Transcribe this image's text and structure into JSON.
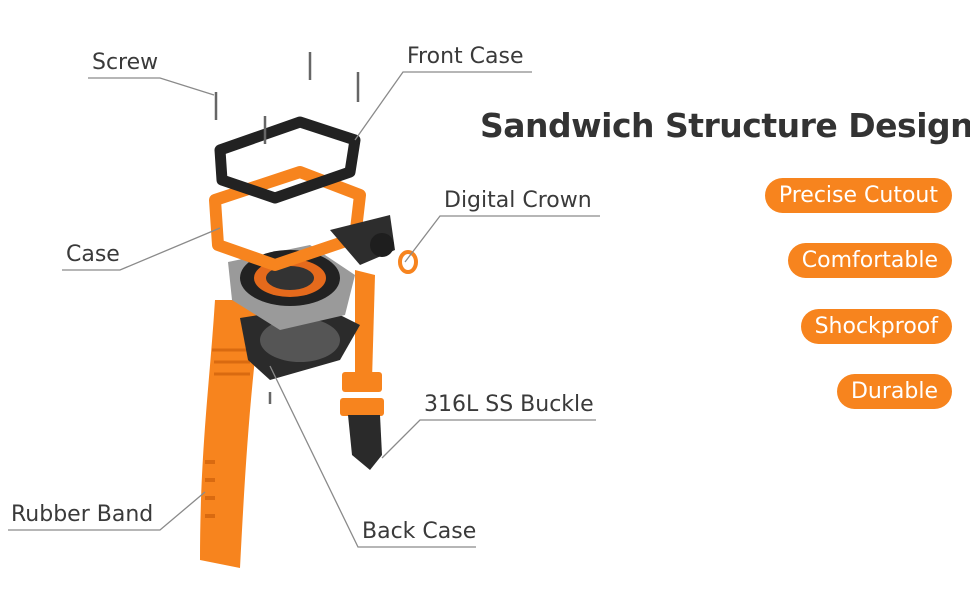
{
  "heading": "Sandwich Structure Design",
  "features": [
    "Precise Cutout",
    "Comfortable",
    "Shockproof",
    "Durable"
  ],
  "labels": {
    "screw": "Screw",
    "front_case": "Front Case",
    "digital_crown": "Digital Crown",
    "case": "Case",
    "buckle": "316L SS Buckle",
    "rubber_band": "Rubber Band",
    "back_case": "Back Case"
  },
  "colors": {
    "accent": "#F7841E",
    "text": "#3a3a3a",
    "leader": "#8a8a8a"
  }
}
